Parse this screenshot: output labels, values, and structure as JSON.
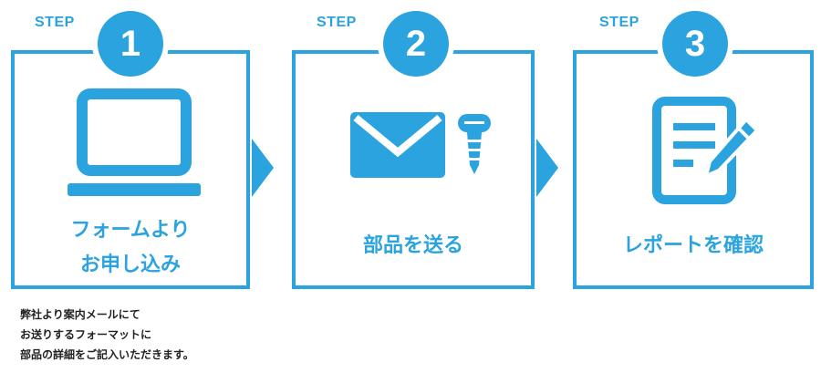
{
  "colors": {
    "accent": "#2aa3df",
    "text": "#222222",
    "background": "#ffffff"
  },
  "steps": [
    {
      "label": "STEP",
      "number": "1",
      "icon": "laptop-icon",
      "caption": [
        "フォームより",
        "お申し込み"
      ]
    },
    {
      "label": "STEP",
      "number": "2",
      "icon": "envelope-icon",
      "caption": [
        "部品を送る"
      ]
    },
    {
      "label": "STEP",
      "number": "3",
      "icon": "report-icon",
      "caption": [
        "レポートを確認"
      ]
    }
  ],
  "note": [
    "弊社より案内メールにて",
    "お送りするフォーマットに",
    "部品の詳細をご記入いただきます。"
  ]
}
